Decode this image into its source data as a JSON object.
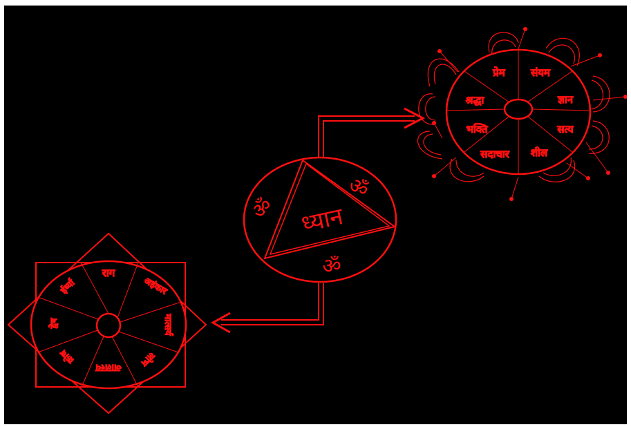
{
  "colors": {
    "background": "#000000",
    "stroke": "#ff1010"
  },
  "center": {
    "label": "ध्यान",
    "om_symbols": [
      "ॐ",
      "ॐ",
      "ॐ"
    ]
  },
  "virtues": {
    "labels": [
      "प्रेम",
      "संयम",
      "ज्ञान",
      "सत्य",
      "शील",
      "सदाचार",
      "भक्ति",
      "श्रद्धा"
    ]
  },
  "vices": {
    "labels": [
      "राग",
      "अहंकार",
      "मात्सर्य",
      "लोभ",
      "आलस्य",
      "क्रोध",
      "द्वेष",
      "ईर्ष्या"
    ]
  }
}
